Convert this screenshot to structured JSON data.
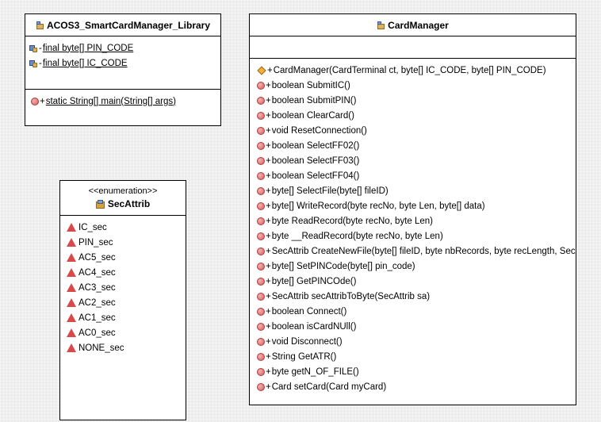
{
  "library_class": {
    "name": "ACOS3_SmartCardManager_Library",
    "fields": [
      {
        "visibility": "-",
        "text": "final byte[] PIN_CODE"
      },
      {
        "visibility": "-",
        "text": "final byte[] IC_CODE"
      }
    ],
    "methods": [
      {
        "visibility": "+",
        "text": "static String[] main(String[] args)"
      }
    ]
  },
  "enum_class": {
    "stereotype": "<<enumeration>>",
    "name": "SecAttrib",
    "literals": [
      "IC_sec",
      "PIN_sec",
      "AC5_sec",
      "AC4_sec",
      "AC3_sec",
      "AC2_sec",
      "AC1_sec",
      "AC0_sec",
      "NONE_sec"
    ]
  },
  "card_manager": {
    "name": "CardManager",
    "constructor": {
      "visibility": "+",
      "text": "CardManager(CardTerminal ct, byte[] IC_CODE, byte[] PIN_CODE)"
    },
    "methods": [
      "boolean SubmitIC()",
      "boolean SubmitPIN()",
      "boolean ClearCard()",
      "void ResetConnection()",
      "boolean SelectFF02()",
      "boolean SelectFF03()",
      "boolean SelectFF04()",
      "byte[] SelectFile(byte[] fileID)",
      "byte[] WriteRecord(byte recNo, byte Len, byte[] data)",
      "byte ReadRecord(byte recNo, byte Len)",
      "byte __ReadRecord(byte recNo, byte Len)",
      "SecAttrib CreateNewFile(byte[] fileID, byte nbRecords, byte recLength, SecAttrib sa)",
      "byte[] SetPINCode(byte[] pin_code)",
      "byte[] GetPINCOde()",
      "SecAttrib secAttribToByte(SecAttrib sa)",
      "boolean Connect()",
      "boolean isCardNUll()",
      "void Disconnect()",
      "String GetATR()",
      "byte getN_OF_FILE()",
      "Card setCard(Card myCard)"
    ],
    "method_visibility": "+"
  }
}
